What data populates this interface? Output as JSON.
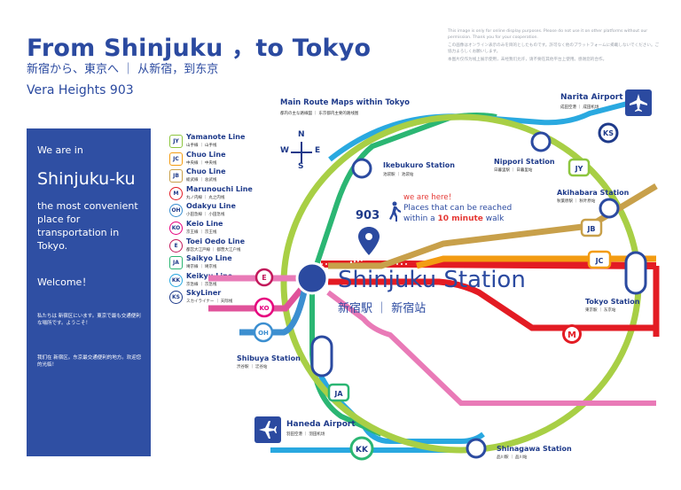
{
  "header": {
    "title": "From Shinjuku ，to Tokyo",
    "subtitle": "新宿から、東京へ  ｜  从新宿，到东京",
    "building": "Vera Heights 903"
  },
  "disclaimer": [
    "This image is only for online display purposes. Please do not use it on other platforms without our permission. Thank you for your cooperation.",
    "この画像はオンライン表示のみを目的としたものです。許可なく他のプラットフォームに掲載しないでください。ご協力よろしくお願いします。",
    "本图片仅作为线上展示使用，未经我们允许，请不要在其他平台上使用。感谢您的合作。"
  ],
  "panel": {
    "we_are_in": "We are in",
    "ward": "Shinjuku-ku",
    "description": "the most convenient place for transportation in Tokyo.",
    "welcome": "Welcome！",
    "jp_text": "私たちは 新宿区にいます。東京で最も交通便利な場所です。ようこそ！",
    "cn_text": "我们在 新宿区。东京最交通便利的地方。欢迎您的光临！"
  },
  "legend": [
    {
      "code": "JY",
      "name": "Yamanote Line",
      "sub": "山手線 ｜ 山手线",
      "color": "#8dc63f"
    },
    {
      "code": "JC",
      "name": "Chuo Line",
      "sub": "中央線 ｜ 中央线",
      "color": "#f39c12"
    },
    {
      "code": "JB",
      "name": "Chuo Line",
      "sub": "総武線 ｜ 总武线",
      "color": "#c8a04a"
    },
    {
      "code": "M",
      "name": "Marunouchi Line",
      "sub": "丸ノ内線 ｜ 丸之内线",
      "color": "#e31b23"
    },
    {
      "code": "OH",
      "name": "Odakyu Line",
      "sub": "小田急線 ｜ 小田急线",
      "color": "#3c8fd0"
    },
    {
      "code": "KO",
      "name": "Keio Line",
      "sub": "京王線 ｜ 京王线",
      "color": "#e6007e"
    },
    {
      "code": "E",
      "name": "Toei Oedo Line",
      "sub": "都営大江戸線 ｜ 都营大江户线",
      "color": "#c2185b"
    },
    {
      "code": "JA",
      "name": "Saikyo Line",
      "sub": "埼京線 ｜ 埼京线",
      "color": "#2bb673"
    },
    {
      "code": "KK",
      "name": "Keikyu Line",
      "sub": "京急線 ｜ 京急线",
      "color": "#29a8e0"
    },
    {
      "code": "KS",
      "name": "SkyLiner",
      "sub": "スカイライナー ｜ 天际线",
      "color": "#1e3a8a"
    }
  ],
  "compass": {
    "n": "N",
    "s": "S",
    "w": "W",
    "e": "E"
  },
  "map": {
    "title": "Main Route Maps within Tokyo",
    "subtitle": "都内の主な路線図 ｜ 东京都内主要的路线图",
    "here": "we are here！",
    "reach_line1": "Places that can be reached",
    "reach_line2_pre": "within a ",
    "reach_line2_bold": "10 minute",
    "reach_line2_post": " walk",
    "building_number": "903",
    "shinjuku_name": "Shinjuku Station",
    "shinjuku_sub": "新宿駅 ｜ 新宿站"
  },
  "stations": {
    "ikebukuro": {
      "name": "Ikebukuro Station",
      "sub": "池袋駅 ｜ 池袋站"
    },
    "nippori": {
      "name": "Nippori Station",
      "sub": "日暮里駅 ｜ 日暮里站"
    },
    "akihabara": {
      "name": "Akihabara Station",
      "sub": "秋葉原駅 ｜ 秋叶原站"
    },
    "tokyo": {
      "name": "Tokyo Station",
      "sub": "東京駅 ｜ 东京站"
    },
    "shibuya": {
      "name": "Shibuya Station",
      "sub": "渋谷駅 ｜ 涩谷站"
    },
    "shinagawa": {
      "name": "Shinagawa Station",
      "sub": "品川駅 ｜ 品川站"
    },
    "narita": {
      "name": "Narita Airport",
      "sub": "成田空港 ｜ 成田机场"
    },
    "haneda": {
      "name": "Haneda Airport",
      "sub": "羽田空港 ｜ 羽田机场"
    }
  },
  "badges": {
    "ks": "KS",
    "jy": "JY",
    "jb": "JB",
    "jc": "JC",
    "ja": "JA",
    "kk": "KK",
    "e": "E",
    "ko": "KO",
    "oh": "OH",
    "m": "M"
  },
  "colors": {
    "brand": "#2b4aa0",
    "yamanote": "#8dc63f",
    "chuo": "#f39c12",
    "sobu": "#c8a04a",
    "marunouchi": "#e31b23",
    "odakyu": "#3c8fd0",
    "keio": "#e6007e",
    "oedo": "#e0529a",
    "saikyo": "#2bb673",
    "keikyu": "#29a8e0",
    "skyliner": "#1e3a8a"
  }
}
